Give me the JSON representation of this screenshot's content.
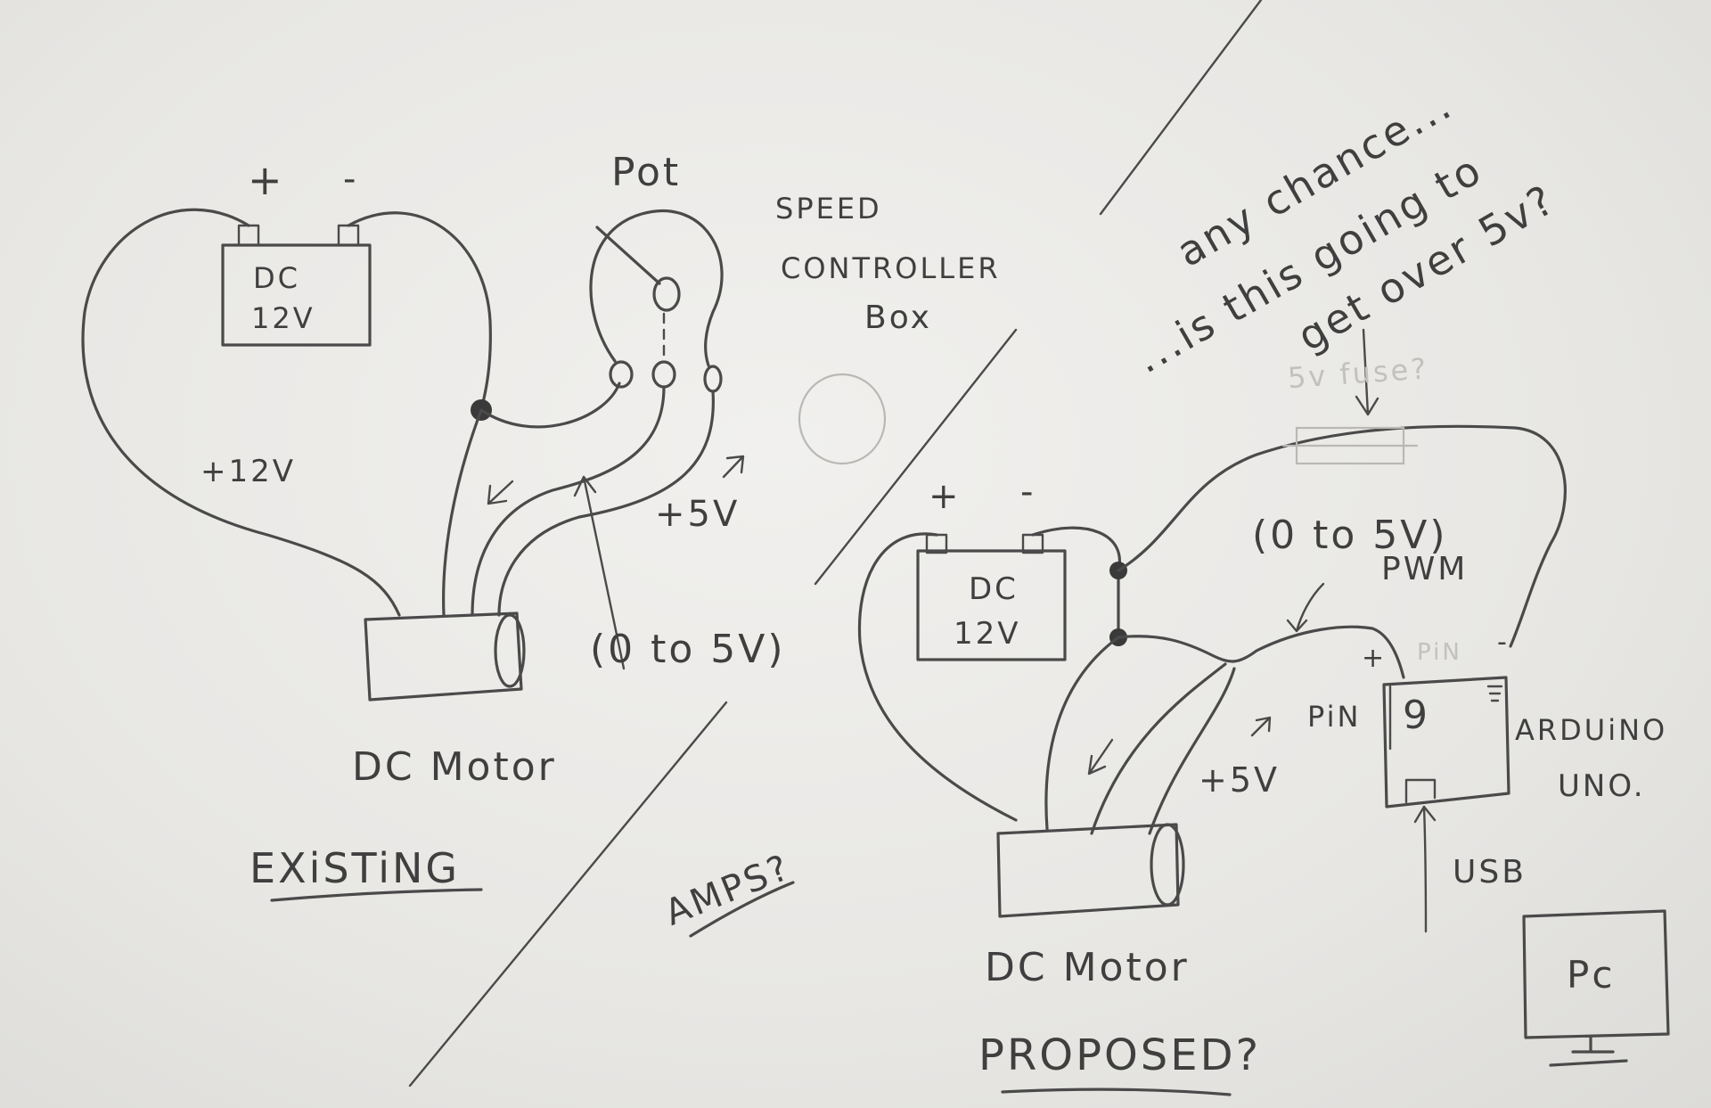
{
  "existing": {
    "battery": {
      "label_top": "DC",
      "label_bottom": "12V",
      "plus": "+",
      "minus": "-"
    },
    "pot_label": "Pot",
    "box_label_line1": "SPEED",
    "box_label_line2": "CONTROLLER",
    "box_label_line3": "Box",
    "wire_12v": "+12V",
    "wire_5v": "+5V",
    "signal": "(0 to 5V)",
    "motor_label": "DC Motor",
    "caption": "EXiSTiNG"
  },
  "amps_note": "AMPS?",
  "proposed": {
    "battery": {
      "label_top": "DC",
      "label_bottom": "12V",
      "plus": "+",
      "minus": "-"
    },
    "signal": "(0 to 5V)",
    "pwm": "PWM",
    "pin_label": "PiN",
    "pin_number": "9",
    "pin_faint": "PiN",
    "plus": "+",
    "minus": "-",
    "wire_5v": "+5V",
    "arduino_line1": "ARDUiNO",
    "arduino_line2": "UNO.",
    "usb": "USB",
    "pc": "Pc",
    "motor_label": "DC Motor",
    "caption": "PROPOSED?"
  },
  "question": {
    "line1": "any chance...",
    "line2": "...is this going to",
    "line3": "get over 5v?",
    "faint": "5v fuse?"
  }
}
